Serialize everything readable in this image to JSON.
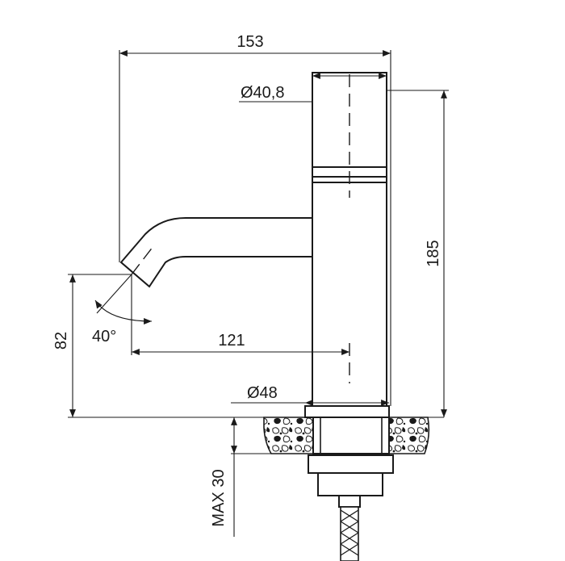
{
  "dimensions": {
    "overall_reach": "153",
    "handle_diameter": "Ø40,8",
    "total_height": "185",
    "spout_height": "82",
    "spout_angle": "40°",
    "spout_reach": "121",
    "base_diameter": "Ø48",
    "max_counter_thickness": "MAX 30"
  }
}
